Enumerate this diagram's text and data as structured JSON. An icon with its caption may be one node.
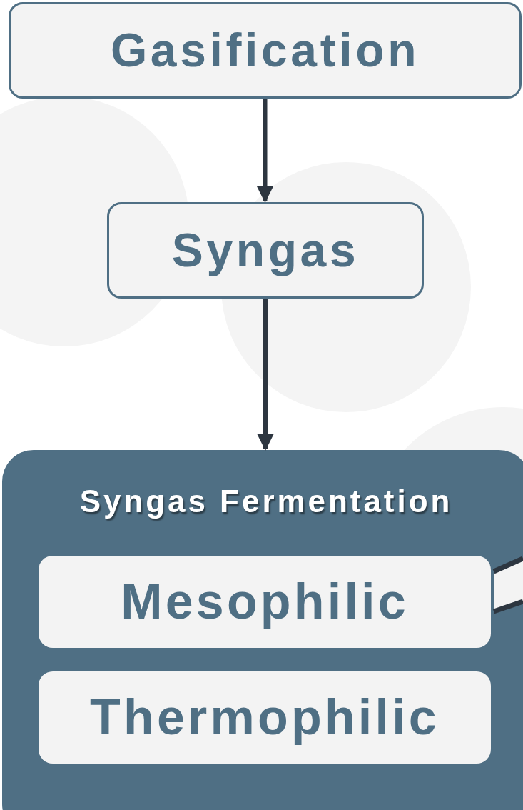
{
  "diagram": {
    "nodes": [
      {
        "text": [
          "Gasification"
        ]
      },
      {
        "text": [
          "Syngas"
        ]
      },
      {
        "text": [
          "Syngas Fermentation"
        ]
      },
      {
        "text": [
          "Mesophilic"
        ],
        "in": 2
      },
      {
        "text": [
          "Thermophilic"
        ],
        "in": 2
      }
    ],
    "edges": [
      {
        "from": 0,
        "to": 1,
        "arrow": "to"
      },
      {
        "from": 1,
        "to": 2,
        "arrow": "to"
      },
      {
        "from": 3,
        "to": null,
        "arrow": "none"
      }
    ]
  }
}
